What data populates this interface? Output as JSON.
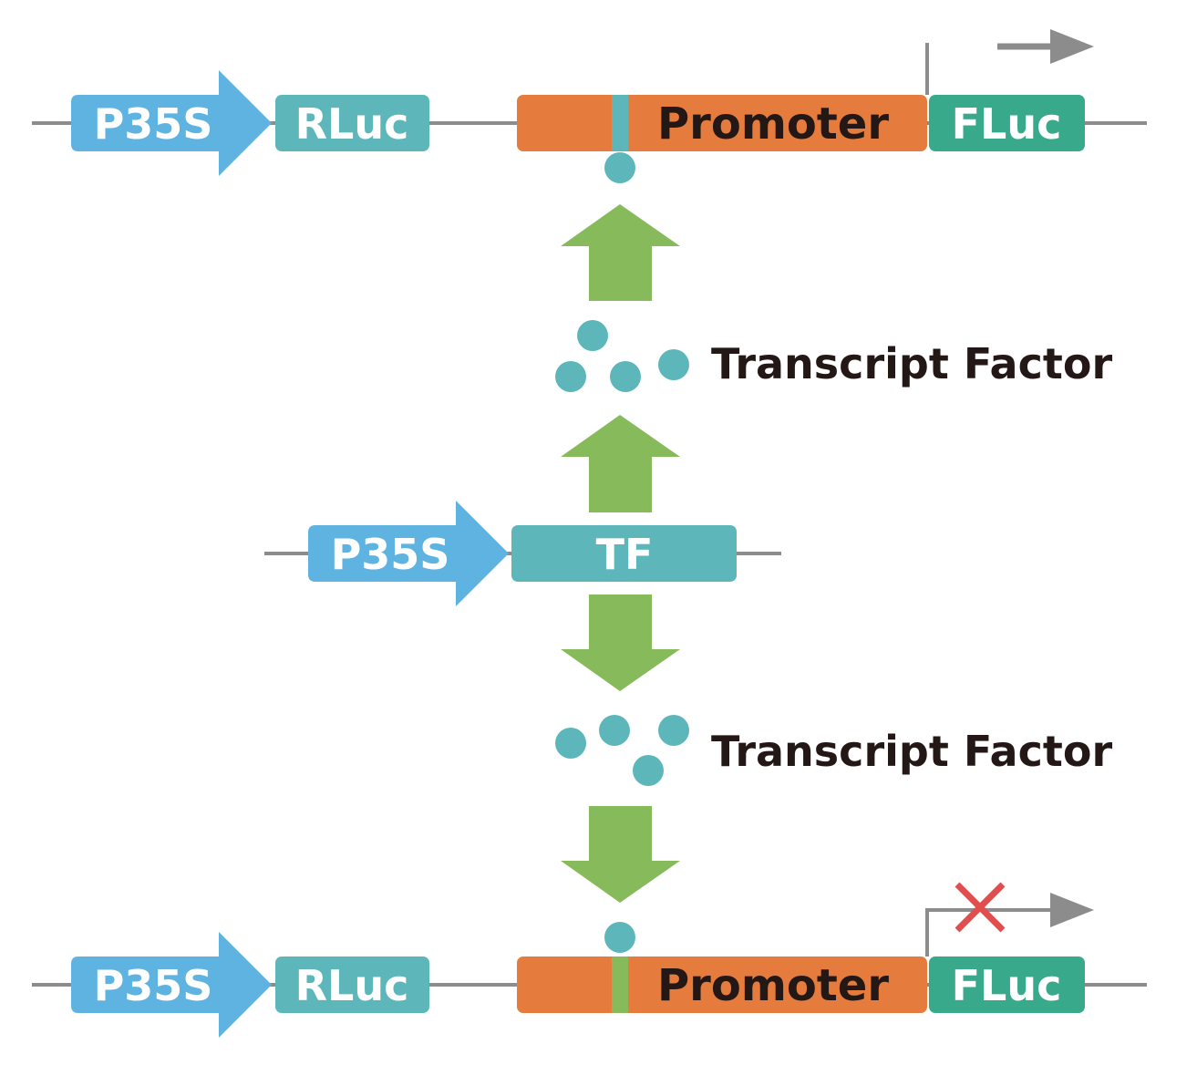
{
  "colors": {
    "p35s": "#5eb3e0",
    "rluc": "#5db7ba",
    "promoter": "#e57c3e",
    "fluc": "#39a98c",
    "tf": "#5db7ba",
    "arrow_green": "#86ba5a",
    "dna_line": "#8c8c8c",
    "binding_site_active": "#5db7ba",
    "binding_site_repressed": "#86ba5a",
    "factor_dot": "#5db7ba",
    "block_mark": "#e04e4e"
  },
  "top_construct": {
    "p35s_label": "P35S",
    "rluc_label": "RLuc",
    "promoter_label": "Promoter",
    "fluc_label": "FLuc",
    "transcription": "active"
  },
  "effector": {
    "p35s_label": "P35S",
    "tf_label": "TF"
  },
  "activating_factor_label": "Transcript Factor",
  "repressing_factor_label": "Transcript Factor",
  "bottom_construct": {
    "p35s_label": "P35S",
    "rluc_label": "RLuc",
    "promoter_label": "Promoter",
    "fluc_label": "FLuc",
    "transcription": "blocked"
  },
  "icons": {
    "transcription_start": "transcription-start-arrow-icon",
    "block": "cross-icon"
  }
}
